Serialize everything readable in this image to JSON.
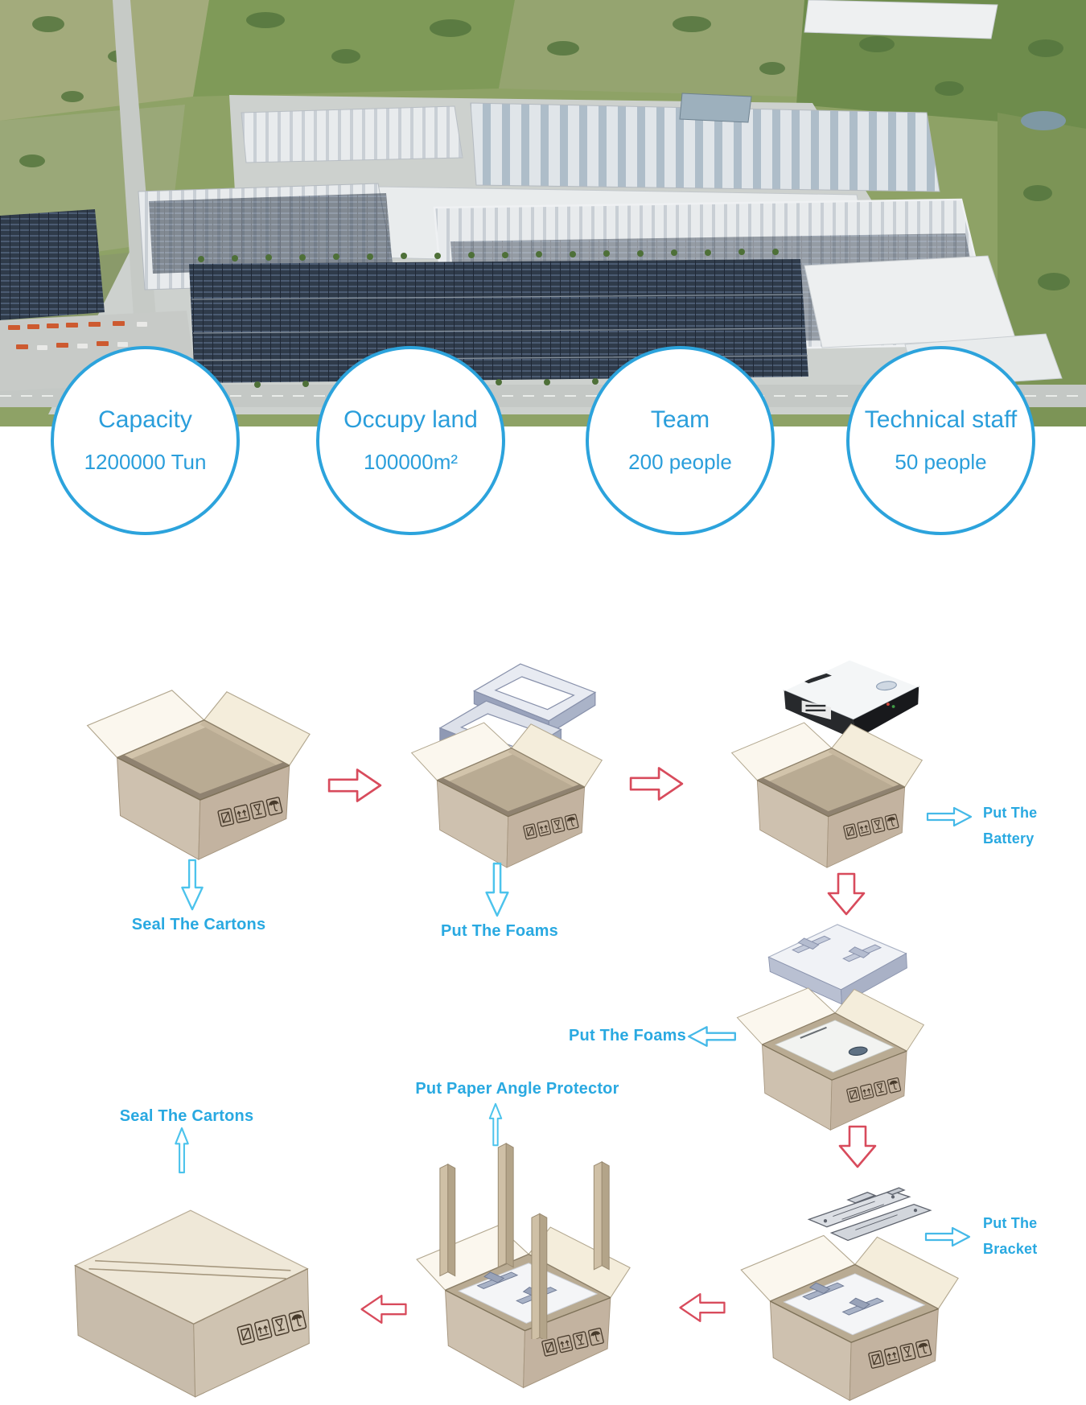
{
  "stats": {
    "items": [
      {
        "title": "Capacity",
        "value": "1200000 Tun"
      },
      {
        "title": "Occupy land",
        "value": "100000m²"
      },
      {
        "title": "Team",
        "value": "200 people"
      },
      {
        "title": "Technical staff",
        "value": "50 people"
      }
    ]
  },
  "flow": {
    "labels": {
      "seal_cartons_top": "Seal The Cartons",
      "put_foams_top": "Put The Foams",
      "put_the_1": "Put The",
      "battery": "Battery",
      "put_foams_mid": "Put The Foams",
      "put_paper_angle": "Put Paper Angle Protector",
      "put_the_2": "Put The",
      "bracket": "Bracket",
      "seal_cartons_bottom": "Seal The Cartons"
    }
  },
  "colors": {
    "circle_border": "#2ca3dc",
    "circle_text": "#2a9edb",
    "label_blue": "#29a9e1",
    "arrow_red": "#d84b5c",
    "arrow_cyan": "#4cc3ec",
    "arrow_blue": "#45b9e8",
    "carton_tan": "#cdc0ae",
    "foam_gray": "#b7bfd2"
  }
}
